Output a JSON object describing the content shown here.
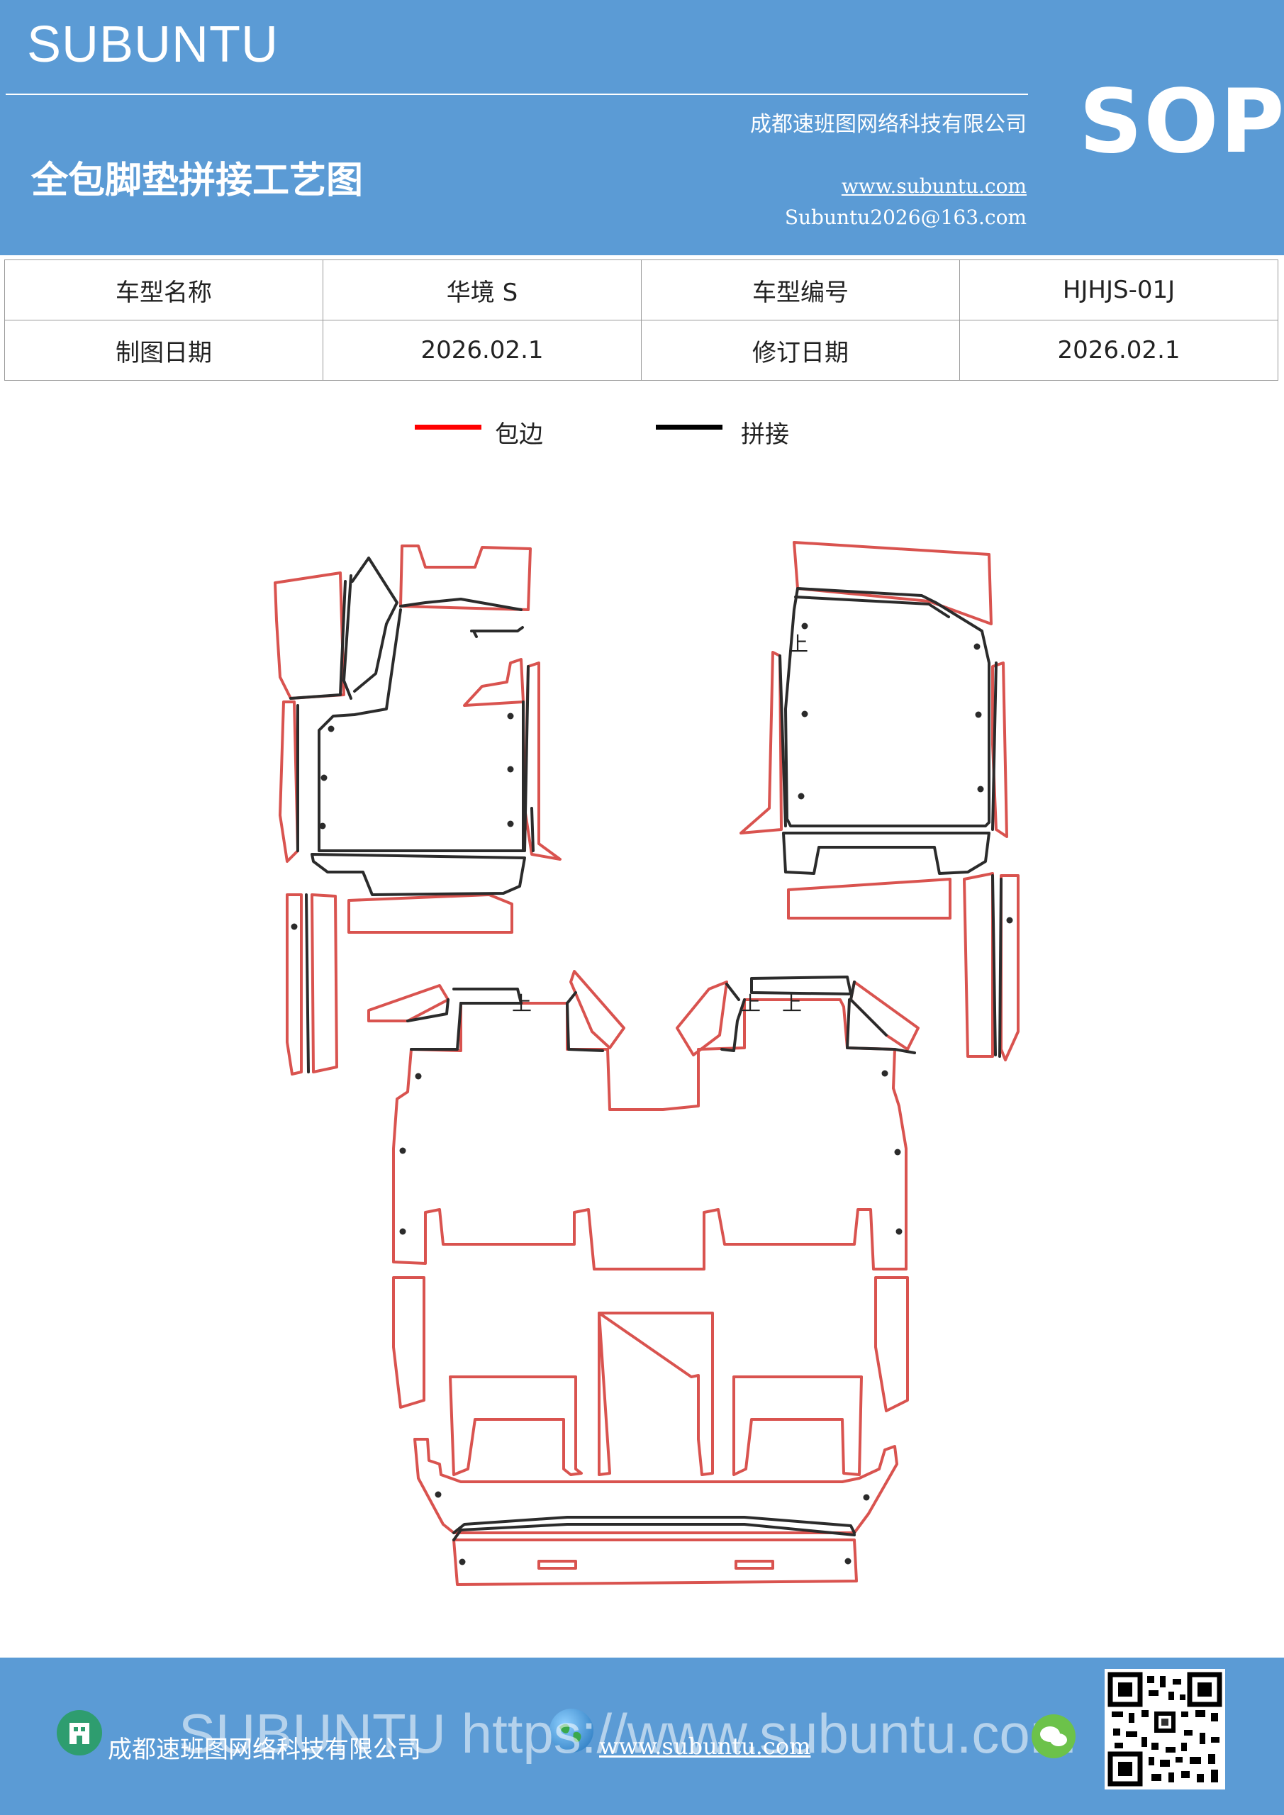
{
  "header": {
    "brand": "SUBUNTU",
    "company": "成都速班图网络科技有限公司",
    "title": "全包脚垫拼接工艺图",
    "website": "www.subuntu.com",
    "email": "Subuntu2026@163.com",
    "badge": "SOP",
    "background_color": "#5b9bd5"
  },
  "info_table": {
    "rows": [
      [
        "车型名称",
        "华境 S",
        "车型编号",
        "HJHJS-01J"
      ],
      [
        "制图日期",
        "2026.02.1",
        "修订日期",
        "2026.02.1"
      ]
    ]
  },
  "legend": {
    "items": [
      {
        "label": "包边",
        "color": "#ff0000"
      },
      {
        "label": "拼接",
        "color": "#000000"
      }
    ]
  },
  "diagram": {
    "up_marker": "上",
    "edge_color": "#d9534f",
    "seam_color": "#2b2b2b"
  },
  "footer": {
    "company": "成都速班图网络科技有限公司",
    "website": "www.subuntu.com",
    "watermark": "SUBUNTU https://www.subuntu.com",
    "icons": [
      "building-icon",
      "globe-icon",
      "wechat-icon",
      "qr-code"
    ]
  }
}
